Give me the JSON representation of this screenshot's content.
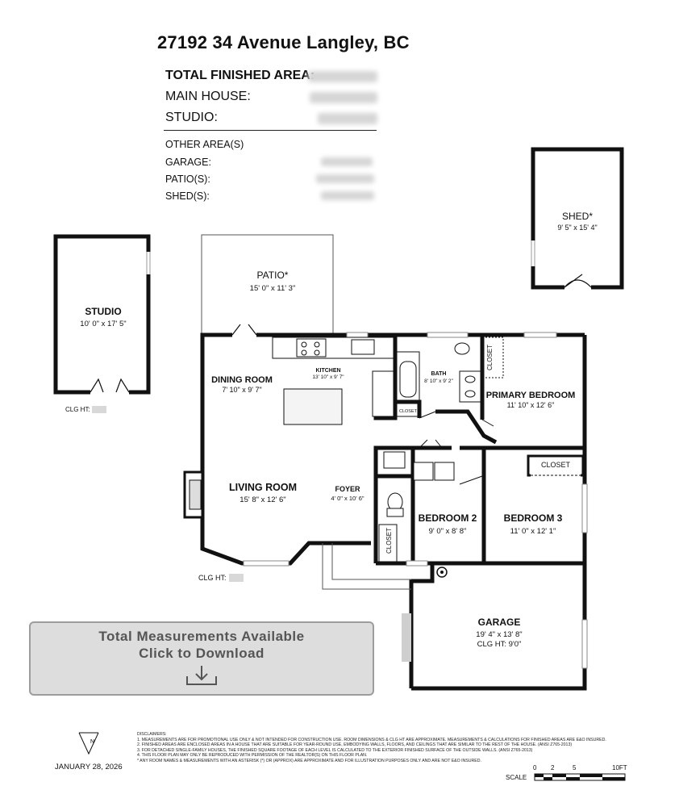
{
  "header": {
    "address": "27192 34 Avenue Langley, BC",
    "total_finished_area_label": "TOTAL FINISHED AREA:",
    "main_house_label": "MAIN HOUSE:",
    "studio_label": "STUDIO:",
    "other_areas_label": "OTHER AREA(S)",
    "garage_label": "GARAGE:",
    "patios_label": "PATIO(S):",
    "sheds_label": "SHED(S):"
  },
  "rooms": {
    "studio": {
      "name": "STUDIO",
      "dims": "10' 0\" x 17' 5\""
    },
    "shed": {
      "name": "SHED*",
      "dims": "9' 5\" x 15' 4\""
    },
    "patio": {
      "name": "PATIO*",
      "dims": "15' 0\" x 11' 3\""
    },
    "dining": {
      "name": "DINING ROOM",
      "dims": "7' 10\" x 9' 7\""
    },
    "kitchen": {
      "name": "KITCHEN",
      "dims": "13' 10\" x 9' 7\""
    },
    "bath": {
      "name": "BATH",
      "dims": "8' 10\" x 9' 2\""
    },
    "closet_label": "CLOSET",
    "primary": {
      "name": "PRIMARY BEDROOM",
      "dims": "11' 10\" x 12' 6\""
    },
    "living": {
      "name": "LIVING ROOM",
      "dims": "15' 8\" x 12' 6\""
    },
    "foyer": {
      "name": "FOYER",
      "dims": "4' 0\" x 10' 6\""
    },
    "bedroom2": {
      "name": "BEDROOM 2",
      "dims": "9' 0\" x 8' 8\""
    },
    "bedroom3": {
      "name": "BEDROOM 3",
      "dims": "11' 0\" x 12' 1\""
    },
    "garage": {
      "name": "GARAGE",
      "dims": "19' 4\" x 13' 8\"",
      "ceiling": "CLG HT: 9'0\""
    }
  },
  "clg_ht_label": "CLG HT:",
  "download": {
    "line1": "Total Measurements Available",
    "line2": "Click to Download",
    "icon": "download-icon"
  },
  "compass_label": "N",
  "date": "JANUARY 28, 2026",
  "disclaimers": {
    "heading": "DISCLAIMERS:",
    "items": [
      "1. MEASUREMENTS ARE FOR PROMOTIONAL USE ONLY & NOT INTENDED FOR CONSTRUCTION USE. ROOM DIMENSIONS & CLG HT ARE APPROXIMATE. MEASUREMENTS & CALCULATIONS FOR FINISHED AREAS ARE E&O INSURED.",
      "2. FINISHED AREAS ARE ENCLOSED AREAS IN A HOUSE THAT ARE SUITABLE FOR YEAR-ROUND USE, EMBODYING WALLS, FLOORS, AND CEILINGS THAT ARE SIMILAR TO THE REST OF THE HOUSE. (ANSI Z765-2013)",
      "3. FOR DETACHED SINGLE-FAMILY HOUSES, THE FINISHED SQUARE FOOTAGE OF EACH LEVEL IS CALCULATED TO THE EXTERIOR FINISHED SURFACE OF THE OUTSIDE WALLS. (ANSI Z765-2013)",
      "4. THIS FLOOR PLAN MAY ONLY BE REPRODUCED WITH PERMISSION OF THE REALTOR(S) ON THIS FLOOR PLAN.",
      "* ANY ROOM NAMES & MEASUREMENTS WITH AN ASTERISK (*) OR (APPROX) ARE APPROXIMATE AND FOR ILLUSTRATION PURPOSES ONLY AND ARE NOT E&O INSURED."
    ]
  },
  "scale": {
    "label": "SCALE",
    "ticks": [
      "0",
      "2",
      "5",
      "10FT"
    ]
  }
}
